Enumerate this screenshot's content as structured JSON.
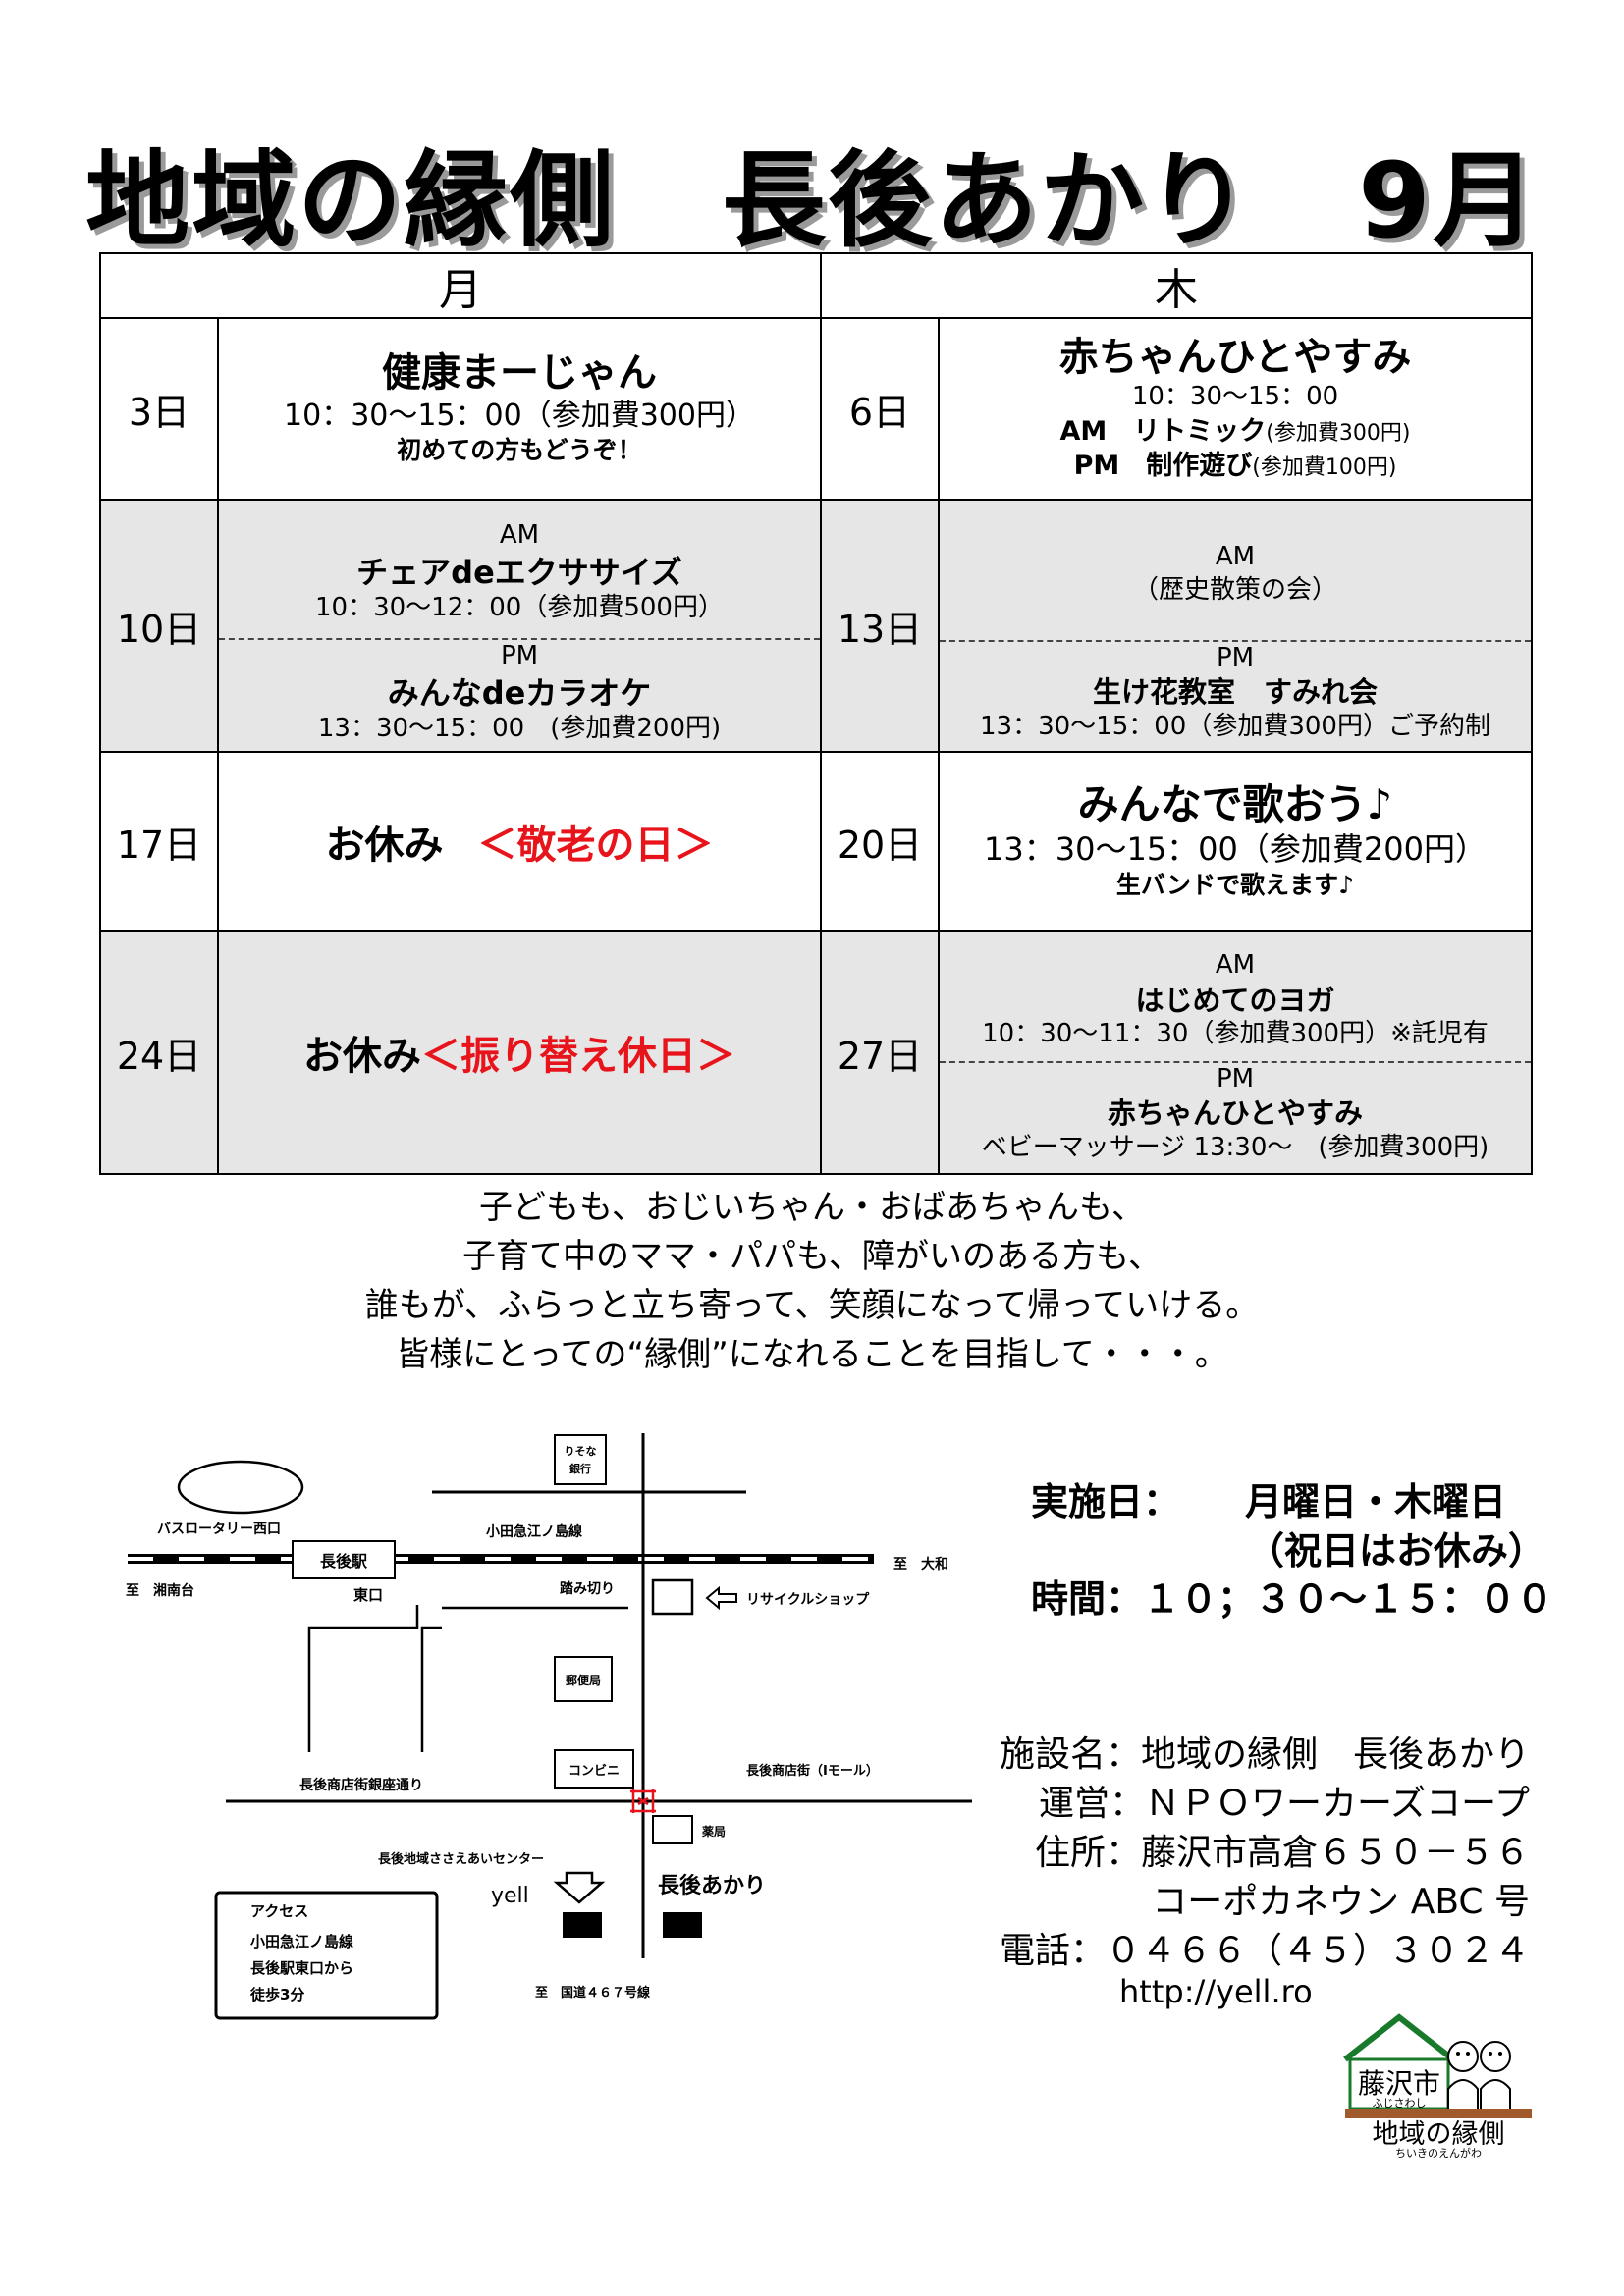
{
  "title": "地域の縁側　長後あかり　9月",
  "schedule": {
    "headers": {
      "mon": "月",
      "thu": "木"
    },
    "weeks": [
      {
        "mon_date": "3日",
        "mon": {
          "title": "健康まーじゃん",
          "time": "10：30～15：00（参加費300円）",
          "note": "初めての方もどうぞ！"
        },
        "thu_date": "6日",
        "thu": {
          "title": "赤ちゃんひとやすみ",
          "time": "10：30～15：00",
          "am": "AM　リトミック",
          "am_fee": "(参加費300円)",
          "pm": "PM　制作遊び",
          "pm_fee": "(参加費100円)"
        }
      },
      {
        "mon_date": "10日",
        "mon_am": {
          "label": "AM",
          "title": "チェアdeエクササイズ",
          "time": "10：30～12：00（参加費500円）"
        },
        "mon_pm": {
          "label": "PM",
          "title": "みんなdeカラオケ",
          "time": "13：30～15：00　(参加費200円)"
        },
        "thu_date": "13日",
        "thu_am": {
          "label": "AM",
          "title": "（歴史散策の会）"
        },
        "thu_pm": {
          "label": "PM",
          "title": "生け花教室　すみれ会",
          "time": "13：30～15：00（参加費300円）ご予約制"
        }
      },
      {
        "mon_date": "17日",
        "mon": {
          "rest": "お休み",
          "holiday": "＜敬老の日＞"
        },
        "thu_date": "20日",
        "thu": {
          "title": "みんなで歌おう♪",
          "time": "13：30～15：00（参加費200円）",
          "note": "生バンドで歌えます♪"
        }
      },
      {
        "mon_date": "24日",
        "mon": {
          "rest": "お休み",
          "holiday": "＜振り替え休日＞"
        },
        "thu_date": "27日",
        "thu_am": {
          "label": "AM",
          "title": "はじめてのヨガ",
          "time": "10：30～11：30（参加費300円）※託児有"
        },
        "thu_pm": {
          "label": "PM",
          "title": "赤ちゃんひとやすみ",
          "time": "ベビーマッサージ 13:30～　(参加費300円)"
        }
      }
    ]
  },
  "message": [
    "子どもも、おじいちゃん・おばあちゃんも、",
    "子育て中のママ・パパも、障がいのある方も、",
    "誰もが、ふらっと立ち寄って、笑顔になって帰っていける。",
    "皆様にとっての“縁側”になれることを目指して・・・。"
  ],
  "map": {
    "bank": [
      "りそな",
      "銀行"
    ],
    "bus": "バスロータリー西口",
    "line": "小田急江ノ島線",
    "station": "長後駅",
    "to_west": "至　湘南台",
    "to_east": "至　大和",
    "east_exit": "東口",
    "crossing": "踏み切り",
    "recycle": "リサイクルショップ",
    "post": "郵便局",
    "street": "長後商店街銀座通り",
    "conbini": "コンビニ",
    "mall": "長後商店街（Iモール）",
    "pharmacy": "薬局",
    "center": "長後地域ささえあいセンター",
    "yell": "yell",
    "akari": "長後あかり",
    "access_title": "アクセス",
    "access_lines": [
      "小田急江ノ島線",
      "長後駅東口から",
      "徒歩3分"
    ],
    "to_south": "至　国道４６７号線"
  },
  "info": {
    "days_label": "実施日：",
    "days_value": "月曜日・木曜日",
    "days_note": "（祝日はお休み）",
    "time": "時間：１０；３０～１５：００",
    "facility": "施設名：地域の縁側　長後あかり",
    "operator": "運営：ＮＰＯワーカーズコープ",
    "address": "住所：藤沢市高倉６５０－５６",
    "building": "コーポカネウン ABC 号",
    "phone": "電話：０４６６（４５）３０２４",
    "url": "http://yell.ro"
  },
  "logo": {
    "city": "藤沢市",
    "city_kana": "ふじさわし",
    "name": "地域の縁側",
    "name_kana": "ちいきのえんがわ"
  }
}
